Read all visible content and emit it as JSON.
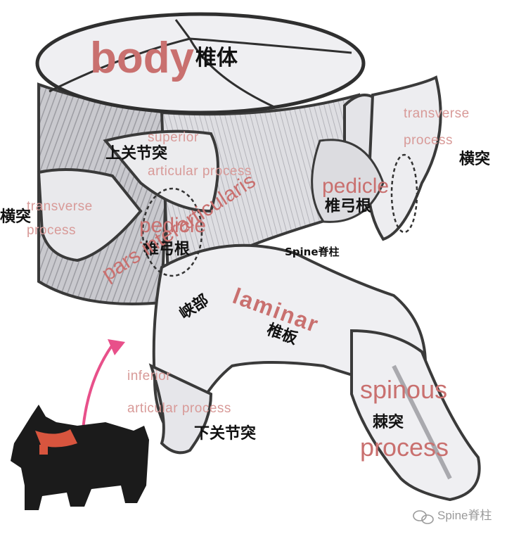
{
  "labels": {
    "body_en": "body",
    "body_zh": "椎体",
    "sup_en_1": "superior",
    "sup_en_2": "articular process",
    "sup_zh": "上关节突",
    "tp_left_en_1": "transverse",
    "tp_left_en_2": "process",
    "tp_left_zh": "横突",
    "tp_right_en_1": "transverse",
    "tp_right_en_2": "process",
    "tp_right_zh": "横突",
    "pedicle_left_en": "pedicle",
    "pedicle_left_zh": "椎弓根",
    "pedicle_right_en": "pedicle",
    "pedicle_right_zh": "椎弓根",
    "spine_center": "Spine脊柱",
    "pars_en": "pars interarticularis",
    "pars_zh": "峡部",
    "lamina_en": "laminar",
    "lamina_zh": "椎板",
    "inf_en_1": "inferior",
    "inf_en_2": "articular process",
    "inf_zh": "下关节突",
    "spinous_en_1": "spinous",
    "spinous_en_2": "process",
    "spinous_zh": "棘突"
  },
  "watermark": {
    "text": "Spine脊柱",
    "icon": "wechat-icon"
  },
  "colors": {
    "label_red": "#c9706f",
    "arrow_pink": "#e8508a",
    "bone_fill": "#ececee",
    "bone_shade": "#a9a9ae",
    "outline": "#3a3a3a",
    "dog": "#1b1b1b",
    "collar": "#d8553e"
  }
}
